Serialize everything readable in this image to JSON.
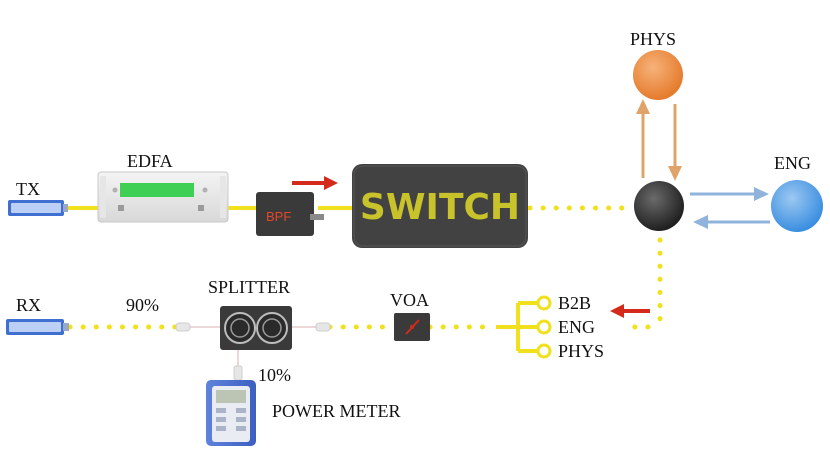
{
  "labels": {
    "tx": "TX",
    "edfa": "EDFA",
    "bpf": "BPF",
    "switch": "SWITCH",
    "phys_top": "PHYS",
    "eng_right": "ENG",
    "rx": "RX",
    "pct_90": "90%",
    "splitter": "SPLITTER",
    "voa": "VOA",
    "pct_10": "10%",
    "power_meter": "POWER METER",
    "out_b2b": "B2B",
    "out_eng": "ENG",
    "out_phys": "PHYS"
  },
  "colors": {
    "fiber": "#f0e11c",
    "device_dark": "#3d3d3d",
    "switch_text": "#c8c32a",
    "node_phys": "#ef8a3c",
    "node_eng": "#4e9ee6",
    "node_center": "#2e2e2e",
    "arrow_red": "#d42a1c",
    "arrow_orange": "#e0a46a",
    "arrow_blue": "#8fb3da",
    "transceiver": "#3f6fd0",
    "edfa_display": "#3fcf55",
    "power_meter_body": "#4b6fd3"
  }
}
